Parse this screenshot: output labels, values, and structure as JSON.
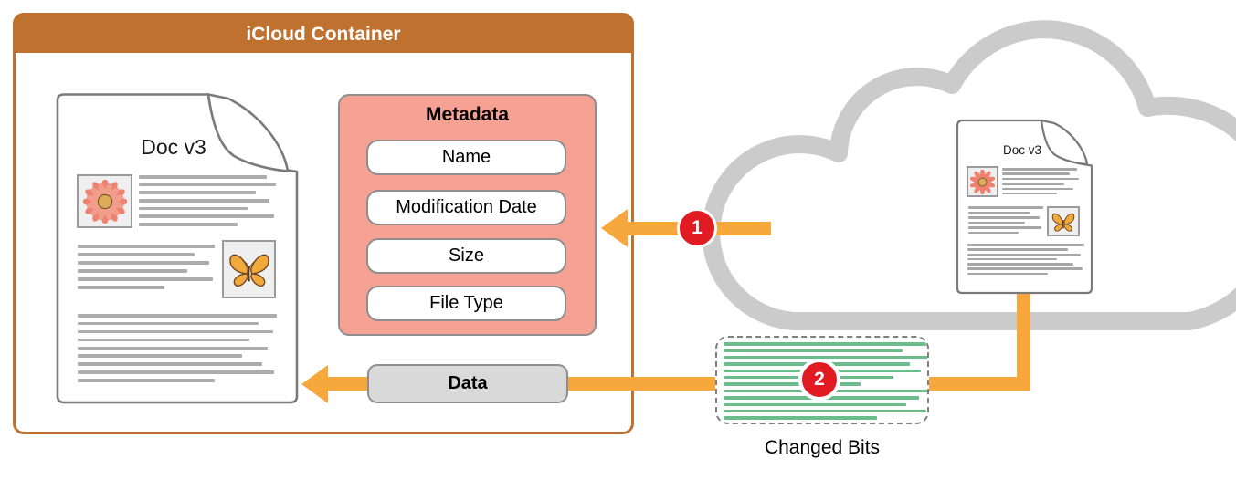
{
  "container": {
    "title": "iCloud Container"
  },
  "local_document": {
    "title": "Doc v3"
  },
  "metadata": {
    "title": "Metadata",
    "fields": [
      "Name",
      "Modification Date",
      "Size",
      "File Type"
    ]
  },
  "arrows": {
    "step1_badge": "1",
    "step2_badge": "2",
    "data_label": "Data"
  },
  "changed_bits": {
    "label": "Changed Bits"
  },
  "cloud_document": {
    "title": "Doc v3"
  },
  "colors": {
    "container_brown": "#BF7130",
    "metadata_salmon": "#F5A193",
    "arrow_orange": "#F7A83C",
    "badge_red": "#E11B22",
    "cloud_gray": "#CBCBCB",
    "text_line_gray": "#ACACAC",
    "changed_bits_green": "#6CBB8B",
    "data_pill_gray": "#D9D9D9",
    "border_gray": "#8E8E8E"
  },
  "decorations": {
    "doc_lines_top": {
      "color": "#ACACAC",
      "thickness": 3.5,
      "gap": 5.2,
      "widths": [
        140,
        150,
        128,
        143,
        120,
        148,
        108
      ]
    },
    "doc_lines_mid": {
      "color": "#ACACAC",
      "thickness": 3.5,
      "gap": 5.5,
      "widths": [
        150,
        128,
        144,
        120,
        148,
        95
      ]
    },
    "doc_lines_bottom": {
      "color": "#ACACAC",
      "thickness": 3.5,
      "gap": 5.4,
      "widths": [
        218,
        198,
        214,
        188,
        208,
        180,
        202,
        215,
        150
      ]
    },
    "cloud_doc_lines_top": {
      "color": "#A6A6A6",
      "thickness": 2.5,
      "gap": 2.9,
      "widths": [
        82,
        74,
        84,
        68,
        78,
        60
      ]
    },
    "cloud_doc_lines_mid": {
      "color": "#A6A6A6",
      "thickness": 2.5,
      "gap": 3.0,
      "widths": [
        82,
        68,
        78,
        62,
        80,
        55
      ]
    },
    "cloud_doc_lines_bottom": {
      "color": "#A6A6A6",
      "thickness": 2.5,
      "gap": 2.8,
      "widths": [
        128,
        110,
        124,
        98,
        116,
        126,
        88
      ]
    },
    "changed_bits_lines": {
      "color": "#6CBB8B",
      "thickness": 3.5,
      "gap": 3.9,
      "widths": [
        222,
        196,
        228,
        204,
        216,
        186,
        150,
        228,
        214,
        200,
        222,
        168
      ]
    }
  }
}
